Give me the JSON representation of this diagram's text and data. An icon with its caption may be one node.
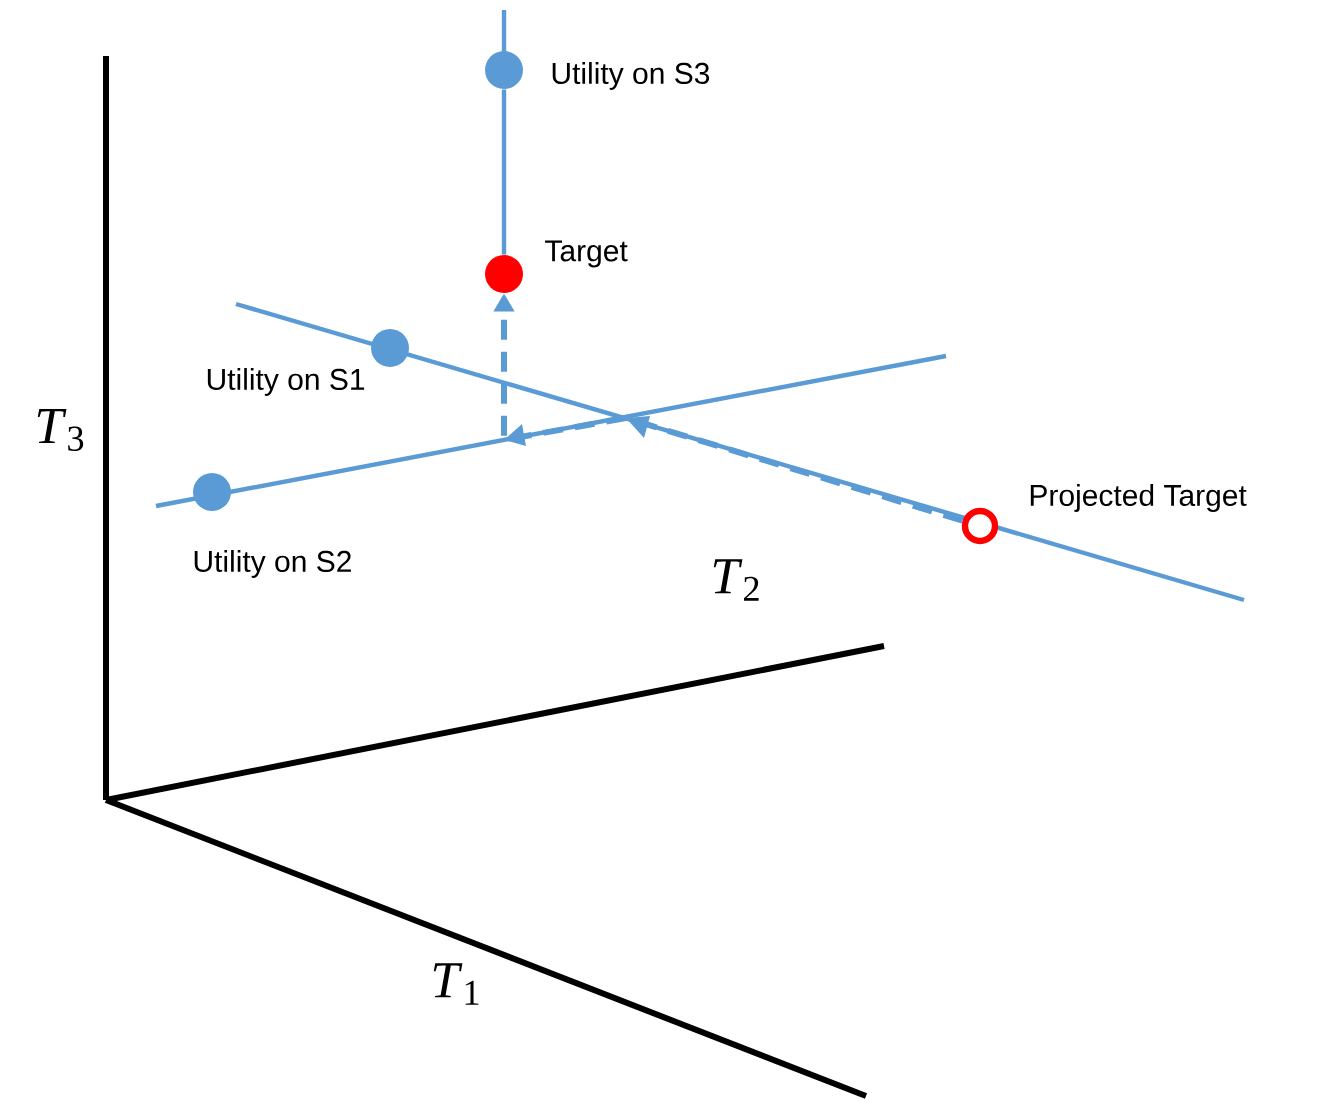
{
  "diagram": {
    "nodes": [
      {
        "text": [],
        "shape": "circle",
        "beside": [
          "Utility on S3"
        ]
      },
      {
        "text": [],
        "shape": "circle",
        "beside": [
          "Target"
        ]
      },
      {
        "text": [],
        "shape": "circle",
        "beside": [
          "Utility on S1"
        ]
      },
      {
        "text": [],
        "shape": "circle",
        "beside": [
          "Utility on S2"
        ]
      },
      {
        "text": [],
        "shape": "circle",
        "beside": [
          "Projected Target"
        ]
      }
    ],
    "edges": [
      {
        "from": 0,
        "to": 1,
        "arrow": "none"
      },
      {
        "from": 4,
        "to": 1,
        "arrow": "to",
        "style": "dashed"
      }
    ],
    "labels": [
      "*T*$_{3}$",
      "*T*$_{2}$",
      "*T*$_{1}$"
    ]
  }
}
